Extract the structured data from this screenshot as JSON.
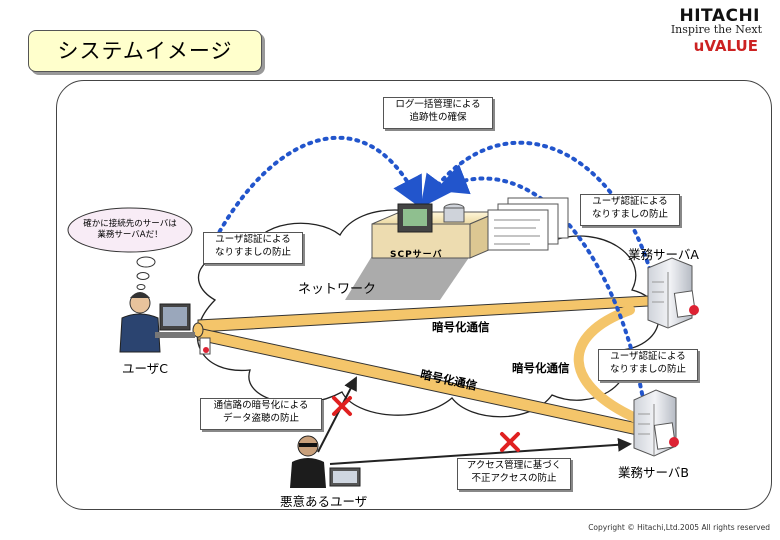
{
  "slide": {
    "title": "システムイメージ",
    "copyright": "Copyright © Hitachi,Ltd.2005 All rights reserved"
  },
  "logo": {
    "company": "HITACHI",
    "tagline": "Inspire the Next",
    "brand": "uVALUE"
  },
  "diagram": {
    "network_label": "ネットワーク",
    "scp_server_label": "SCPサーバ",
    "server_a_label": "業務サーバA",
    "server_b_label": "業務サーバB",
    "user_c_label": "ユーザC",
    "malicious_user_label": "悪意あるユーザ",
    "user_thought": "確かに接続先のサーバは\n業務サーバAだ！",
    "encrypted_1": "暗号化通信",
    "encrypted_2": "暗号化通信",
    "encrypted_3": "暗号化通信",
    "callouts": {
      "log_management": "ログ一括管理による\n追跡性の確保",
      "auth_user": "ユーザ認証による\nなりすましの防止",
      "auth_server_a": "ユーザ認証による\nなりすましの防止",
      "auth_server_b": "ユーザ認証による\nなりすましの防止",
      "encryption": "通信路の暗号化による\nデータ盗聴の防止",
      "access_control": "アクセス管理に基づく\n不正アクセスの防止"
    },
    "colors": {
      "tunnel": "#f4c56a",
      "arrow_dotted": "#2255cc",
      "block_mark": "#e02020",
      "note_fill": "#ffffcc"
    }
  }
}
